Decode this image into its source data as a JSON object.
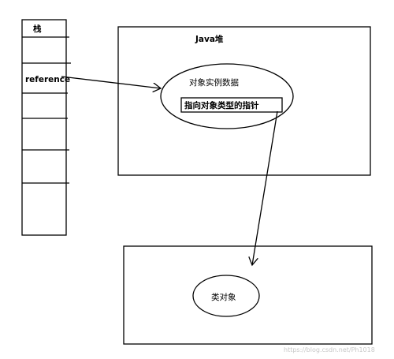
{
  "stack": {
    "title": "栈",
    "reference_label": "reference"
  },
  "heap": {
    "title": "Java堆",
    "object_instance_label": "对象实例数据",
    "type_pointer_label": "指向对象类型的指针"
  },
  "method_area": {
    "class_object_label": "类对象"
  },
  "watermark": "https://blog.csdn.net/Ph1018",
  "colors": {
    "stroke": "#000000",
    "background": "#ffffff",
    "watermark": "#c8c8c8"
  }
}
